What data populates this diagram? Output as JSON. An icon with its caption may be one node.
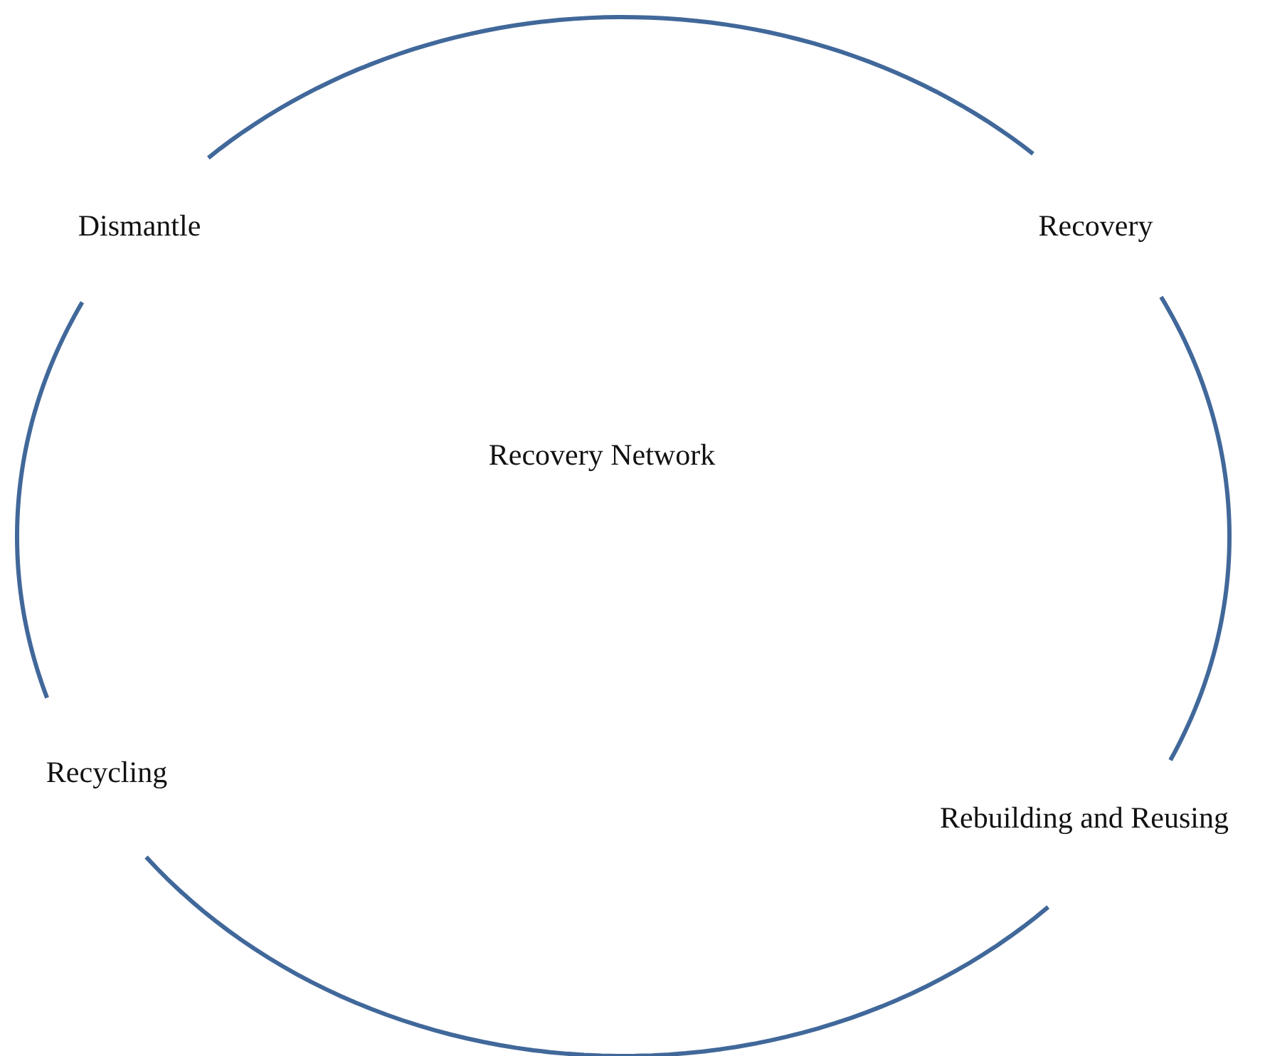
{
  "diagram": {
    "nodes": [
      {
        "text": [
          "Dismantle"
        ]
      },
      {
        "text": [
          "Recovery"
        ]
      },
      {
        "text": [
          "Recycling"
        ]
      },
      {
        "text": [
          "Rebuilding and Reusing"
        ]
      }
    ],
    "edges": [
      {
        "from": 0,
        "to": 1,
        "arrow": "none"
      },
      {
        "from": 1,
        "to": 3,
        "arrow": "none"
      },
      {
        "from": 3,
        "to": 2,
        "arrow": "none"
      },
      {
        "from": 2,
        "to": 0,
        "arrow": "none"
      }
    ],
    "labels": [
      "Recovery Network"
    ]
  }
}
